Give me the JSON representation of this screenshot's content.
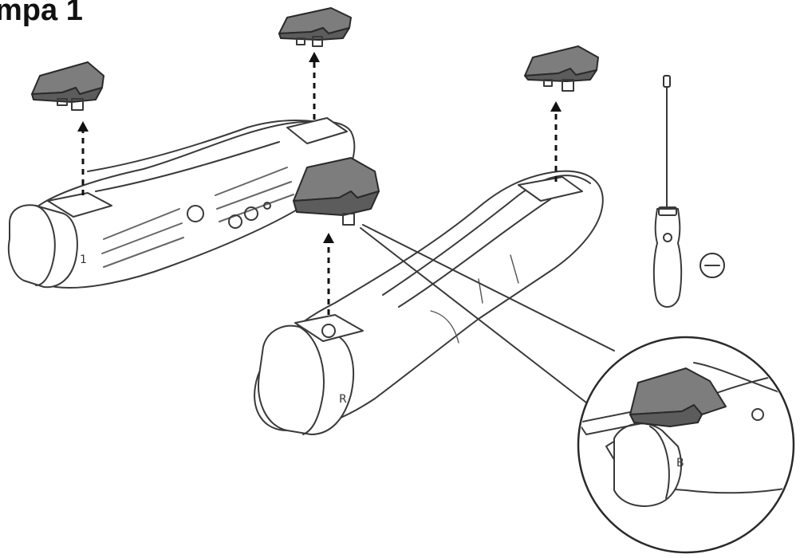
{
  "title": "mpa 1",
  "labels": {
    "left_arm": "1",
    "right_arm": "R",
    "zoom_arm": "B"
  },
  "icons": {
    "tool": "flathead-screwdriver-icon",
    "tool_symbol": "minus-icon"
  },
  "colors": {
    "cap_fill": "#7d7d7d",
    "line": "#3a3a3a"
  }
}
